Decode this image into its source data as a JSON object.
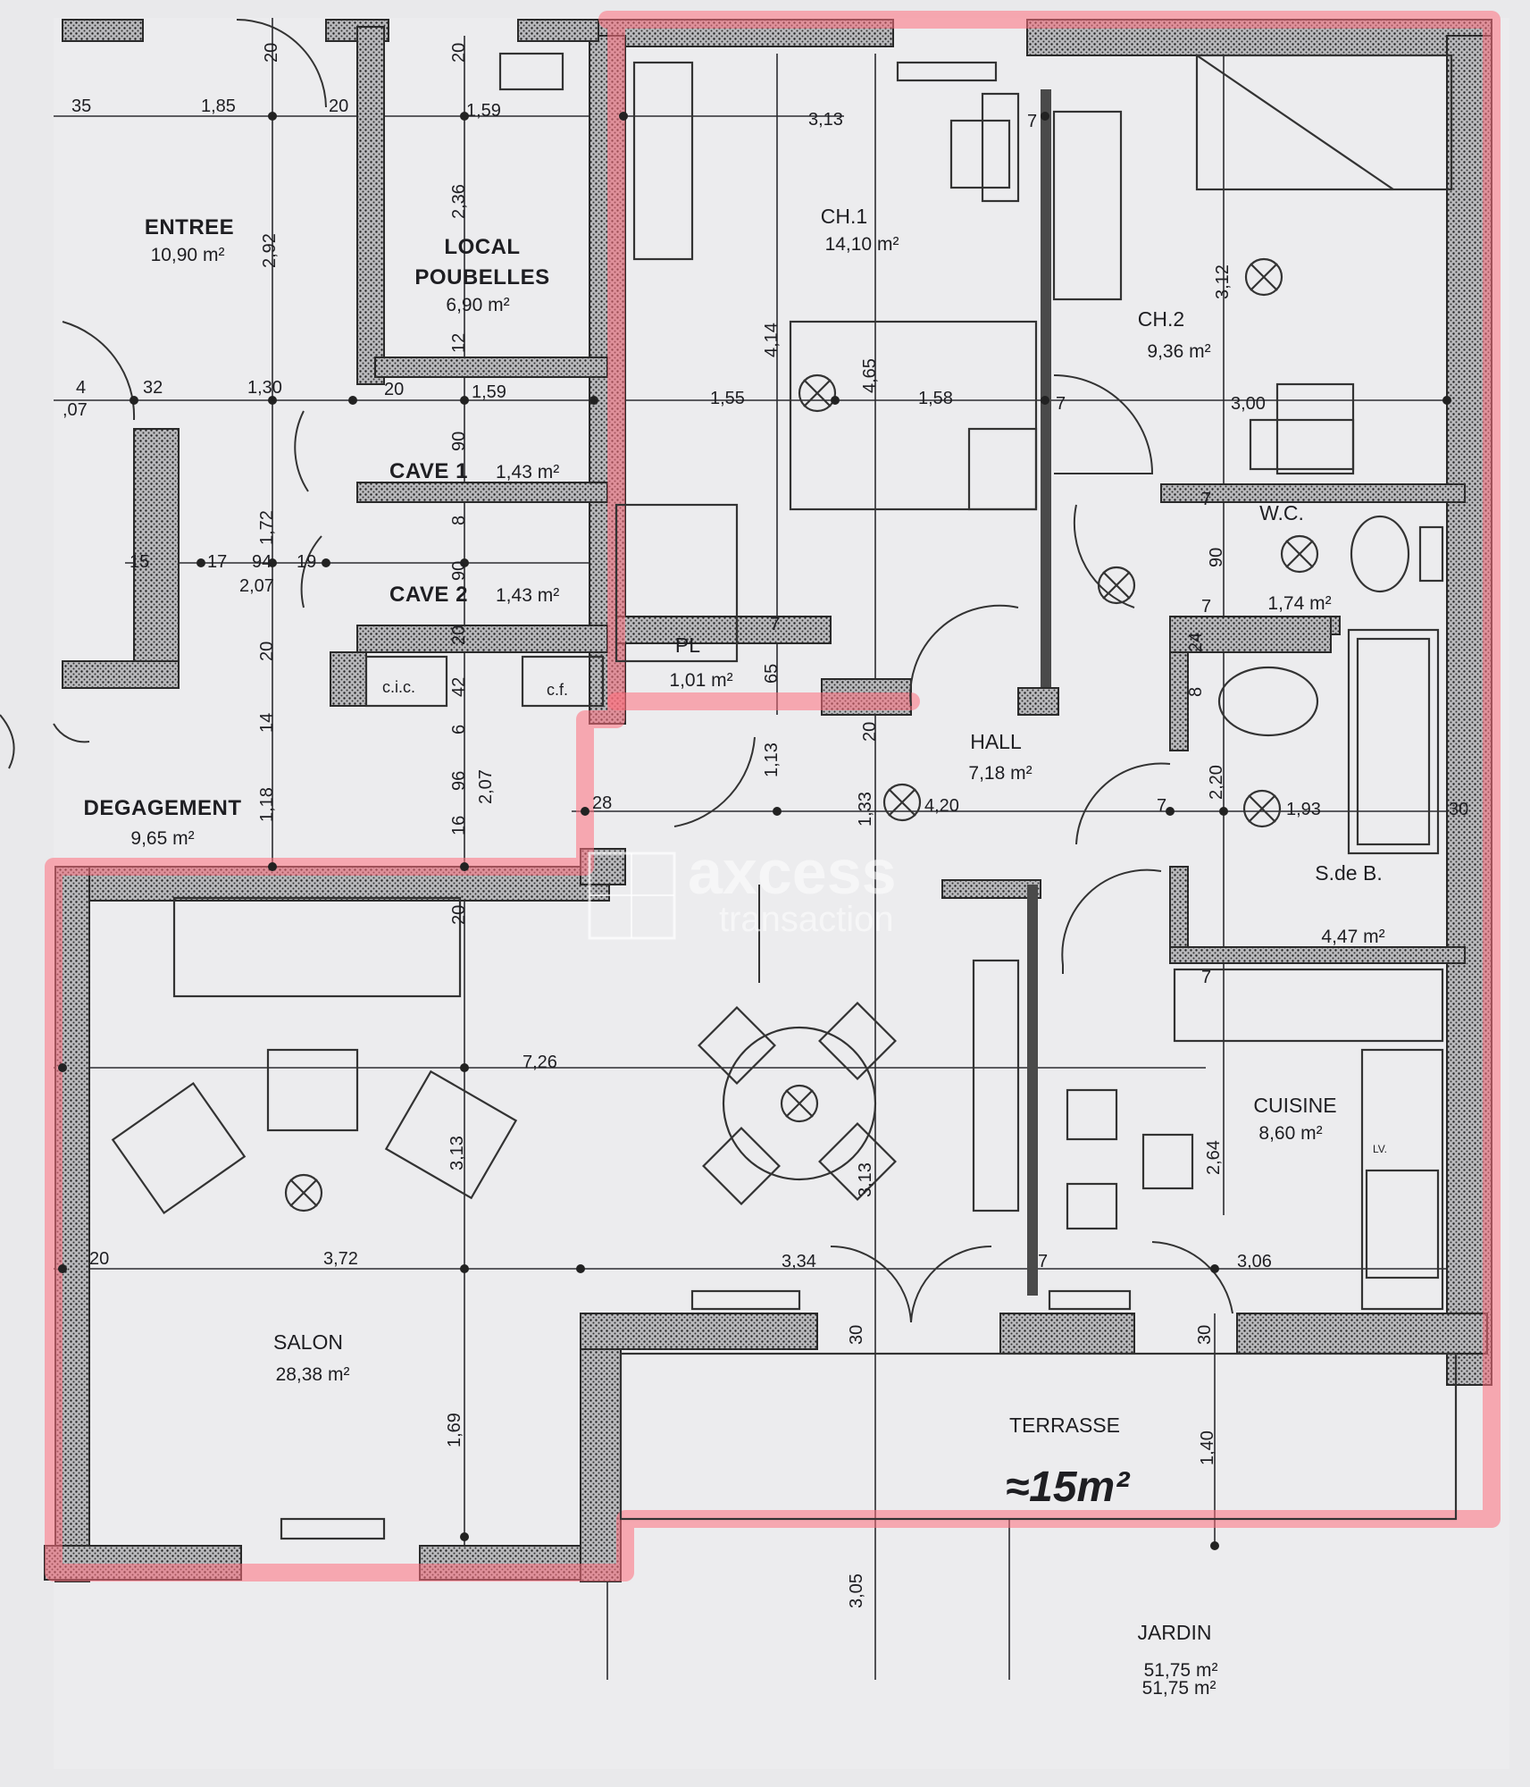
{
  "rooms": {
    "entree": {
      "name": "ENTREE",
      "area": "10,90 m²"
    },
    "local_poubelles": {
      "name_line1": "LOCAL",
      "name_line2": "POUBELLES",
      "area": "6,90 m²"
    },
    "cave1": {
      "name": "CAVE 1",
      "area": "1,43 m²"
    },
    "cave2": {
      "name": "CAVE 2",
      "area": "1,43 m²"
    },
    "degagement": {
      "name": "DEGAGEMENT",
      "area": "9,65 m²"
    },
    "ch1": {
      "name": "CH.1",
      "area": "14,10 m²"
    },
    "ch2": {
      "name": "CH.2",
      "area": "9,36 m²"
    },
    "wc": {
      "name": "W.C.",
      "area": "1,74 m²"
    },
    "pl": {
      "name": "PL",
      "area": "1,01 m²"
    },
    "hall": {
      "name": "HALL",
      "area": "7,18 m²"
    },
    "sdb": {
      "name": "S.de B.",
      "area": "4,47 m²"
    },
    "cuisine": {
      "name": "CUISINE",
      "area": "8,60 m²"
    },
    "salon": {
      "name": "SALON",
      "area": "28,38 m²"
    },
    "terrasse": {
      "name": "TERRASSE",
      "area_handwritten": "≈15m²"
    },
    "jardin": {
      "name": "JARDIN",
      "area_line1": "51,75 m²",
      "area_line2": "51,75 m²"
    }
  },
  "fixtures": {
    "cic": "c.i.c.",
    "cf": "c.f.",
    "lv": "LV."
  },
  "dimensions": {
    "top_row": [
      "35",
      "1,85",
      "20",
      "1,59",
      "3,13",
      "7"
    ],
    "top_vertical": [
      "20",
      "20"
    ],
    "mid_row": [
      "4",
      "32",
      "1,30",
      "20",
      "1,59",
      "1,55",
      "1,58",
      "7",
      "3,00"
    ],
    "mid_row_left": ",07",
    "ch1_vertical": [
      "4,14",
      "4,65"
    ],
    "ch2_vertical": "3,12",
    "vert_2_36": "2,36",
    "vert_12": "12",
    "vert_2_92": "2,92",
    "cave_verticals": [
      "90",
      "8",
      "90",
      "20",
      "42",
      "6",
      "96",
      "16"
    ],
    "row_15": [
      "15",
      "17",
      "94",
      "19"
    ],
    "vert_1_72": "1,72",
    "dim_2_07a": "2,07",
    "dim_2_07b": "2,07",
    "left_verticals": [
      "20",
      "14",
      "1,18"
    ],
    "wc_verticals": [
      "7",
      "90",
      "7"
    ],
    "pl_verticals": [
      "7",
      "65",
      "20",
      "1,13"
    ],
    "hall_row": [
      "28",
      "1,33",
      "4,20",
      "7",
      "2,20",
      "1,93",
      "30"
    ],
    "sdb_verticals": [
      "24",
      "8",
      "7"
    ],
    "salon_row": "7,26",
    "salon_verticals": [
      "20",
      "3,13",
      "3,13",
      "2,64"
    ],
    "bottom_row": [
      "20",
      "3,72",
      "3,34",
      "7",
      "3,06"
    ],
    "bottom_verticals": [
      "30",
      "30",
      "1,69",
      "1,40",
      "3,05"
    ]
  },
  "watermark": {
    "brand": "axcess",
    "sub": "transaction"
  },
  "colors": {
    "highlight": "#ff6f7d",
    "wall_hatch": "#4a4a4a",
    "paper": "#e8e8ea"
  }
}
